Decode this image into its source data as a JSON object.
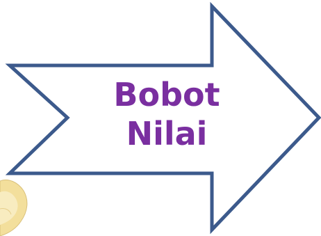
{
  "diagram": {
    "label_line1": "Bobot",
    "label_line2": "Nilai"
  },
  "colors": {
    "arrow_stroke": "#3c5a8c",
    "arrow_fill": "#ffffff",
    "text": "#7a2fa0",
    "decoration_fill": "#f3df9c",
    "decoration_stroke": "#d9c07a"
  },
  "icons": {
    "arrow": "chevron-arrow-right",
    "decoration": "gold-ribbon-fragment"
  }
}
